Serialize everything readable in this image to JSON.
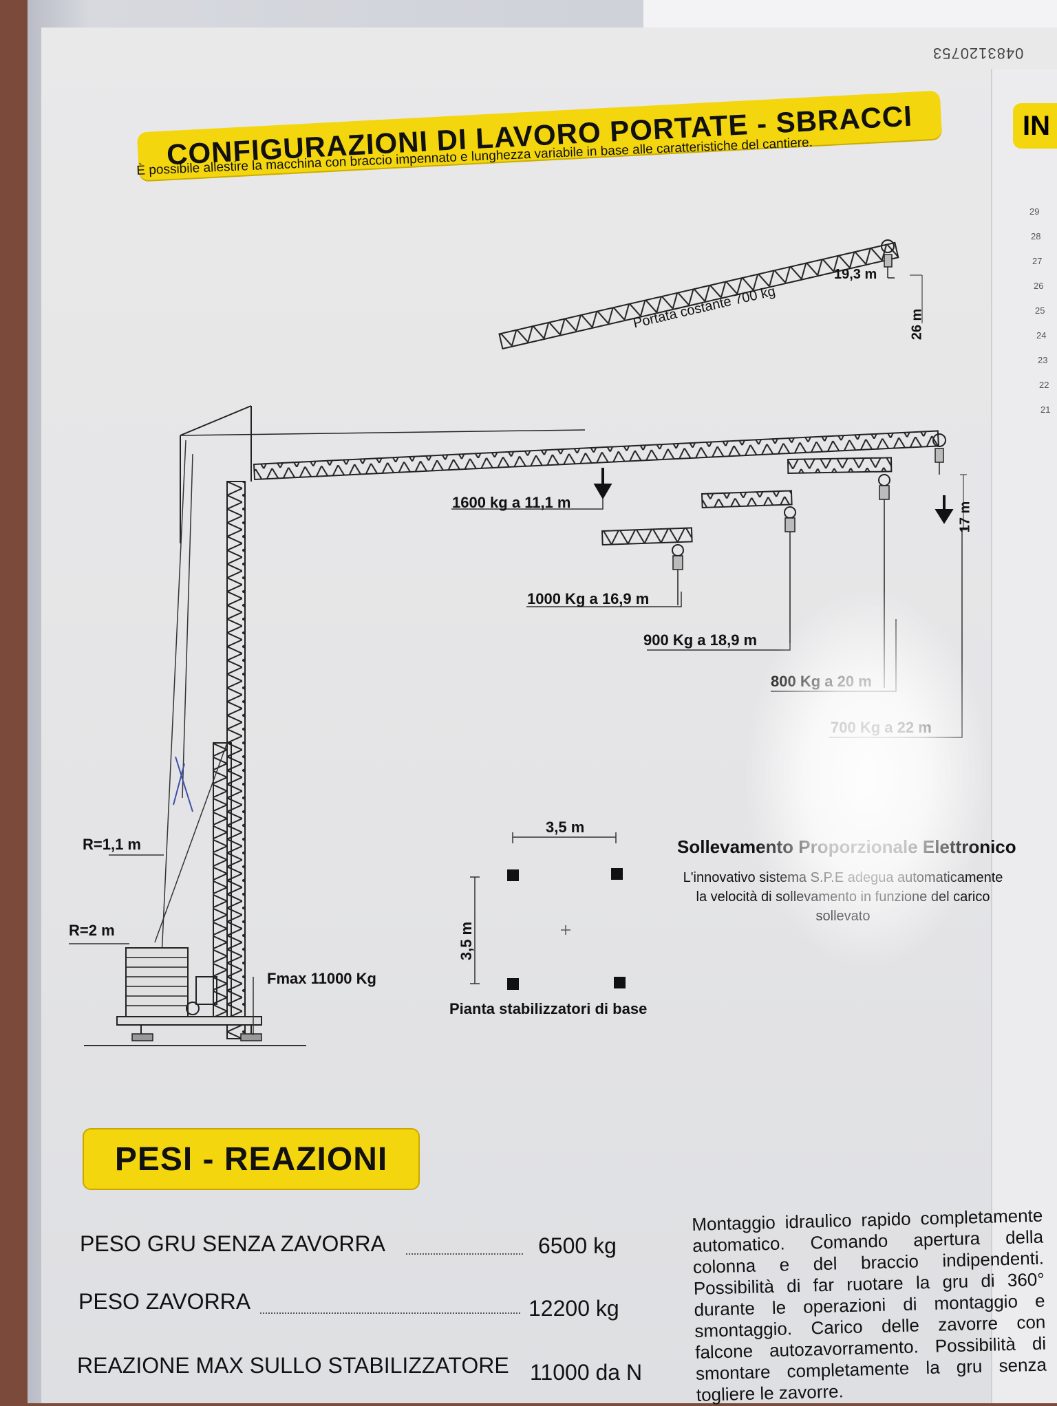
{
  "header": {
    "sheet_number": "0483120753",
    "title": "CONFIGURAZIONI DI LAVORO PORTATE - SBRACCI",
    "side_tab": "IN",
    "subtitle": "È possibile allestire la macchina con braccio impennato e lunghezza variabile in base alle caratteristiche del cantiere."
  },
  "diagram": {
    "luffed_boom": {
      "label": "Portata costante 700 kg",
      "reach": "19,3 m",
      "height": "26 m"
    },
    "loads": [
      "1600 kg a 11,1 m",
      "1000 Kg a 16,9 m",
      "900 Kg a 18,9 m",
      "800 Kg a 20 m",
      "700 Kg a 22 m"
    ],
    "hook_height": "17 m",
    "radius_upper": "R=1,1 m",
    "radius_lower": "R=2 m",
    "fmax": "Fmax 11000 Kg",
    "outrigger": {
      "width": "3,5 m",
      "depth": "3,5 m",
      "caption": "Pianta stabilizzatori di base"
    }
  },
  "spe": {
    "title": "Sollevamento Proporzionale Elettronico",
    "body": "L'innovativo sistema S.P.E adegua automaticamente la velocità di sollevamento in funzione del carico sollevato"
  },
  "pesi": {
    "title": "PESI - REAZIONI",
    "rows": [
      {
        "label": "PESO GRU SENZA ZAVORRA",
        "value": "6500 kg"
      },
      {
        "label": "PESO ZAVORRA",
        "value": "12200 kg"
      },
      {
        "label": "REAZIONE MAX SULLO STABILIZZATORE",
        "value": "11000 da N"
      }
    ],
    "description": "Montaggio idraulico rapido completamente automatico. Comando apertura della colonna e del braccio indipendenti. Possibilità di far ruotare la gru di 360° durante le operazioni di montaggio e smontaggio. Carico delle zavorre con falcone autozavorramento. Possibilità di smontare completamente la gru senza togliere le zavorre."
  },
  "ruler": [
    "29",
    "28",
    "27",
    "26",
    "25",
    "24",
    "23",
    "22",
    "21"
  ],
  "colors": {
    "accent_yellow": "#f4d60e",
    "ink": "#111111",
    "paper": "#e6e6e8"
  }
}
